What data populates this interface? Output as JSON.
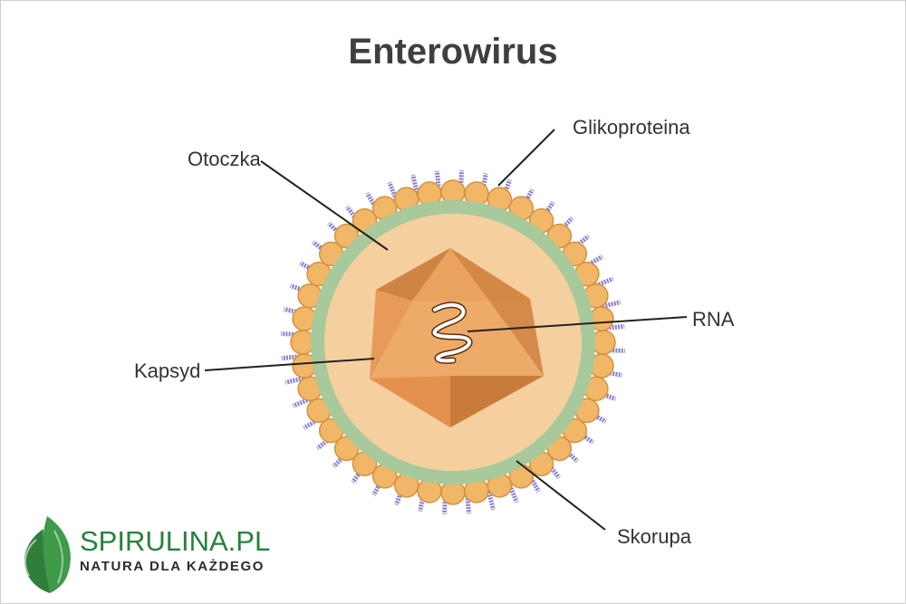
{
  "title": "Enterowirus",
  "labels": {
    "glycoprotein": "Glikoproteina",
    "envelope": "Otoczka",
    "rna": "RNA",
    "capsid": "Kapsyd",
    "shell": "Skorupa"
  },
  "brand": {
    "name": "SPIRULINA",
    "suffix": ".PL",
    "tagline": "NATURA DLA KAŻDEGO"
  },
  "colors": {
    "title": "#3f3f3f",
    "spikes": "#8a7fd0",
    "beads": "#f2b667",
    "bead_stroke": "#d3923f",
    "green_ring": "#a8c99b",
    "interior": "#f5cf9e",
    "capsid_light": "#eca765",
    "capsid_mid": "#e49652",
    "capsid_dark": "#cc7e3e",
    "brand_green": "#27813a"
  }
}
